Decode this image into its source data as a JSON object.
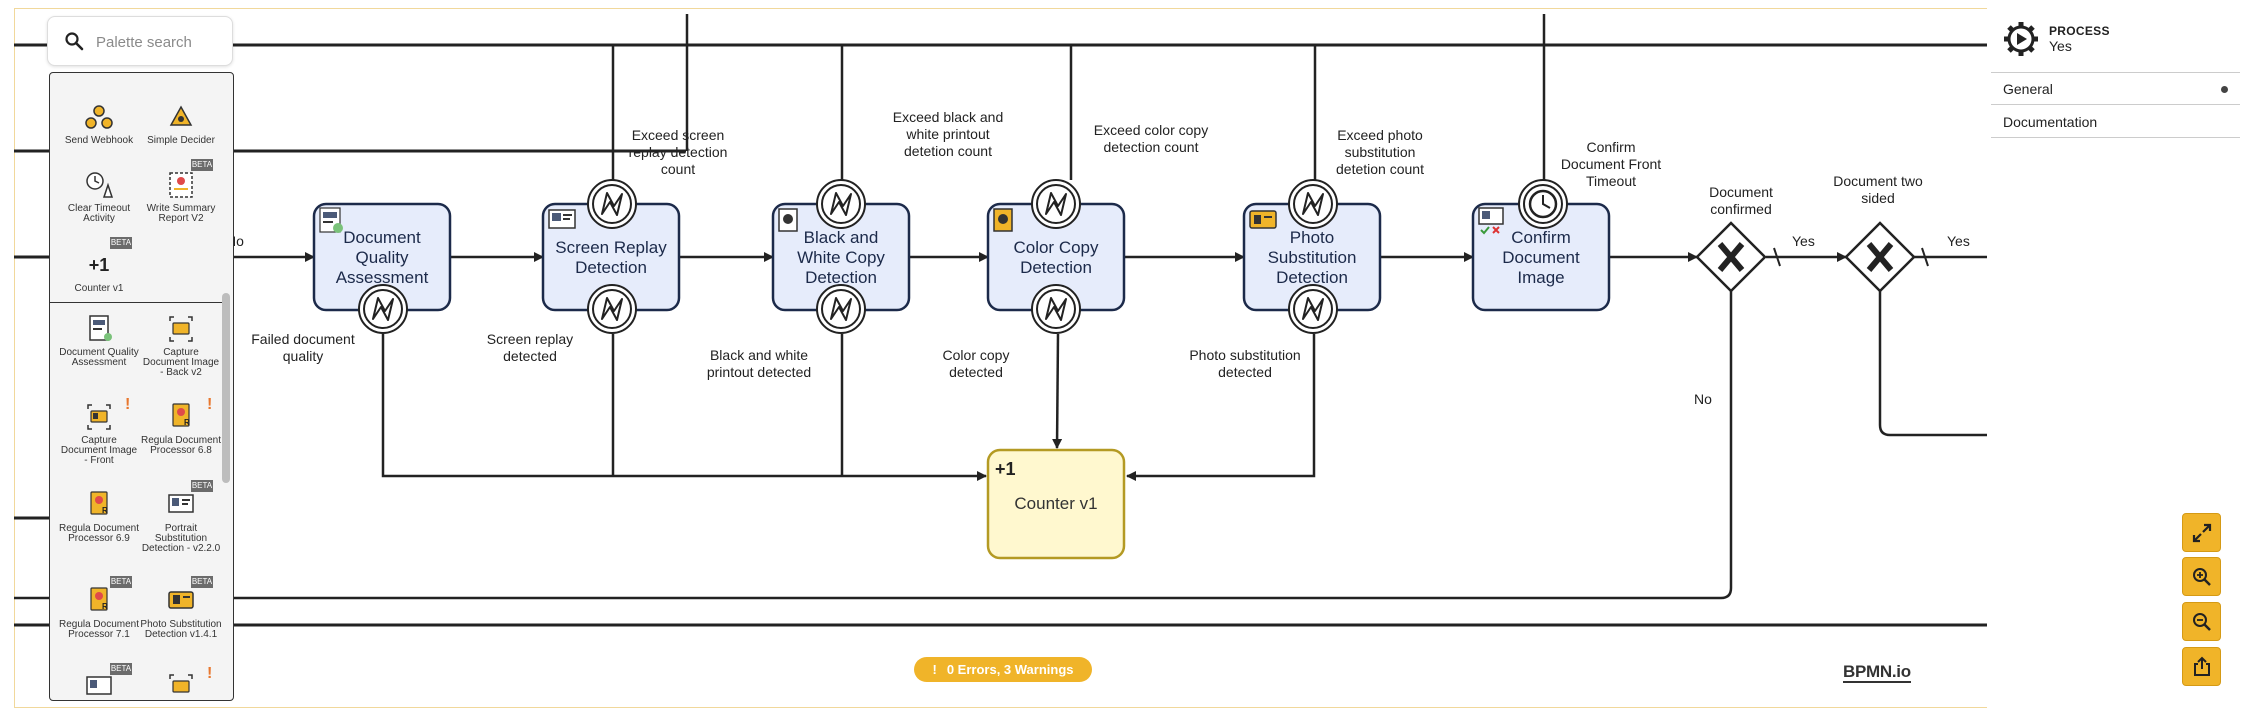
{
  "palette": {
    "search_placeholder": "Palette search",
    "items": [
      {
        "label": "Send Webhook",
        "beta": false,
        "warning": false,
        "icon": "webhook-icon"
      },
      {
        "label": "Simple Decider",
        "beta": false,
        "warning": false,
        "icon": "decider-icon"
      },
      {
        "label": "Clear Timeout Activity",
        "beta": false,
        "warning": false,
        "icon": "timeout-icon"
      },
      {
        "label": "Write Summary Report V2",
        "beta": true,
        "warning": false,
        "icon": "report-icon"
      },
      {
        "label": "Counter v1",
        "beta": true,
        "warning": false,
        "icon": "counter-icon"
      },
      {
        "label": "Document Quality Assessment",
        "beta": false,
        "warning": false,
        "icon": "document-quality-icon"
      },
      {
        "label": "Capture Document Image - Back v2",
        "beta": false,
        "warning": false,
        "icon": "capture-back-icon"
      },
      {
        "label": "Capture Document Image - Front",
        "beta": false,
        "warning": true,
        "icon": "capture-front-icon"
      },
      {
        "label": "Regula Document Processor 6.8",
        "beta": false,
        "warning": true,
        "icon": "regula-icon"
      },
      {
        "label": "Regula Document Processor 6.9",
        "beta": false,
        "warning": false,
        "icon": "regula-icon"
      },
      {
        "label": "Portrait Substitution Detection - v2.2.0",
        "beta": true,
        "warning": false,
        "icon": "portrait-icon"
      },
      {
        "label": "Regula Document Processor 7.1",
        "beta": true,
        "warning": false,
        "icon": "regula-icon"
      },
      {
        "label": "Photo Substitution Detection v1.4.1",
        "beta": true,
        "warning": false,
        "icon": "photo-id-icon"
      }
    ],
    "beta_label": "BETA",
    "warning_mark": "!"
  },
  "properties": {
    "type": "PROCESS",
    "name": "Yes",
    "groups": [
      "General",
      "Documentation"
    ]
  },
  "diagram": {
    "tasks": {
      "dqa": [
        "Document",
        "Quality",
        "Assessment"
      ],
      "srd": [
        "Screen Replay",
        "Detection"
      ],
      "bwc": [
        "Black and",
        "White Copy",
        "Detection"
      ],
      "ccd": [
        "Color Copy",
        "Detection"
      ],
      "psd": [
        "Photo",
        "Substitution",
        "Detection"
      ],
      "cdi": [
        "Confirm",
        "Document",
        "Image"
      ],
      "counter": "Counter v1",
      "counter_mark": "+1"
    },
    "labels": {
      "no_left": "No",
      "exceed_screen": [
        "Exceed screen",
        "replay detection",
        "count"
      ],
      "exceed_bw": [
        "Exceed black and",
        "white printout",
        "detetion count"
      ],
      "exceed_color": [
        "Exceed color copy",
        "detection count"
      ],
      "exceed_photo": [
        "Exceed photo",
        "substitution",
        "detetion count"
      ],
      "confirm_timeout": [
        "Confirm",
        "Document Front",
        "Timeout"
      ],
      "doc_confirmed": [
        "Document",
        "confirmed"
      ],
      "doc_two_sided": [
        "Document two",
        "sided"
      ],
      "yes1": "Yes",
      "yes2": "Yes",
      "no_gw": "No",
      "failed_quality": [
        "Failed document",
        "quality"
      ],
      "screen_replay_detected": [
        "Screen replay",
        "detected"
      ],
      "bw_detected": [
        "Black and white",
        "printout detected"
      ],
      "color_detected": [
        "Color copy",
        "detected"
      ],
      "photo_detected": [
        "Photo substitution",
        "detected"
      ]
    }
  },
  "status": {
    "text": "0 Errors, 3 Warnings"
  },
  "logo": "BPMN.io",
  "controls": [
    "fit-viewport",
    "zoom-in",
    "zoom-out",
    "export"
  ],
  "colors": {
    "task_fill": "#e6ecfb",
    "task_stroke": "#1c2a4a",
    "counter_fill": "#fff8cf",
    "counter_stroke": "#b49a23",
    "accent": "#f0b429"
  }
}
